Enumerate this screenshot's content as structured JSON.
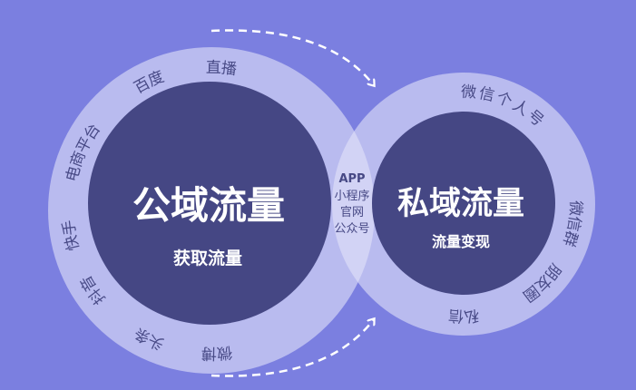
{
  "colors": {
    "background": "#7b7fe0",
    "ring": "#b9bbef",
    "overlap": "#d2d3f5",
    "core": "#454784",
    "label": "#484a86"
  },
  "public_domain": {
    "title": "公域流量",
    "subtitle": "获取流量",
    "channels": [
      "直播",
      "百度",
      "电商平台",
      "快手",
      "抖音",
      "头条",
      "微博"
    ]
  },
  "private_domain": {
    "title": "私域流量",
    "subtitle": "流量变现",
    "channels": [
      "微信个人号",
      "微信群",
      "朋友圈",
      "私信"
    ]
  },
  "overlap": {
    "items": [
      "APP",
      "小程序",
      "官网",
      "公众号"
    ]
  }
}
